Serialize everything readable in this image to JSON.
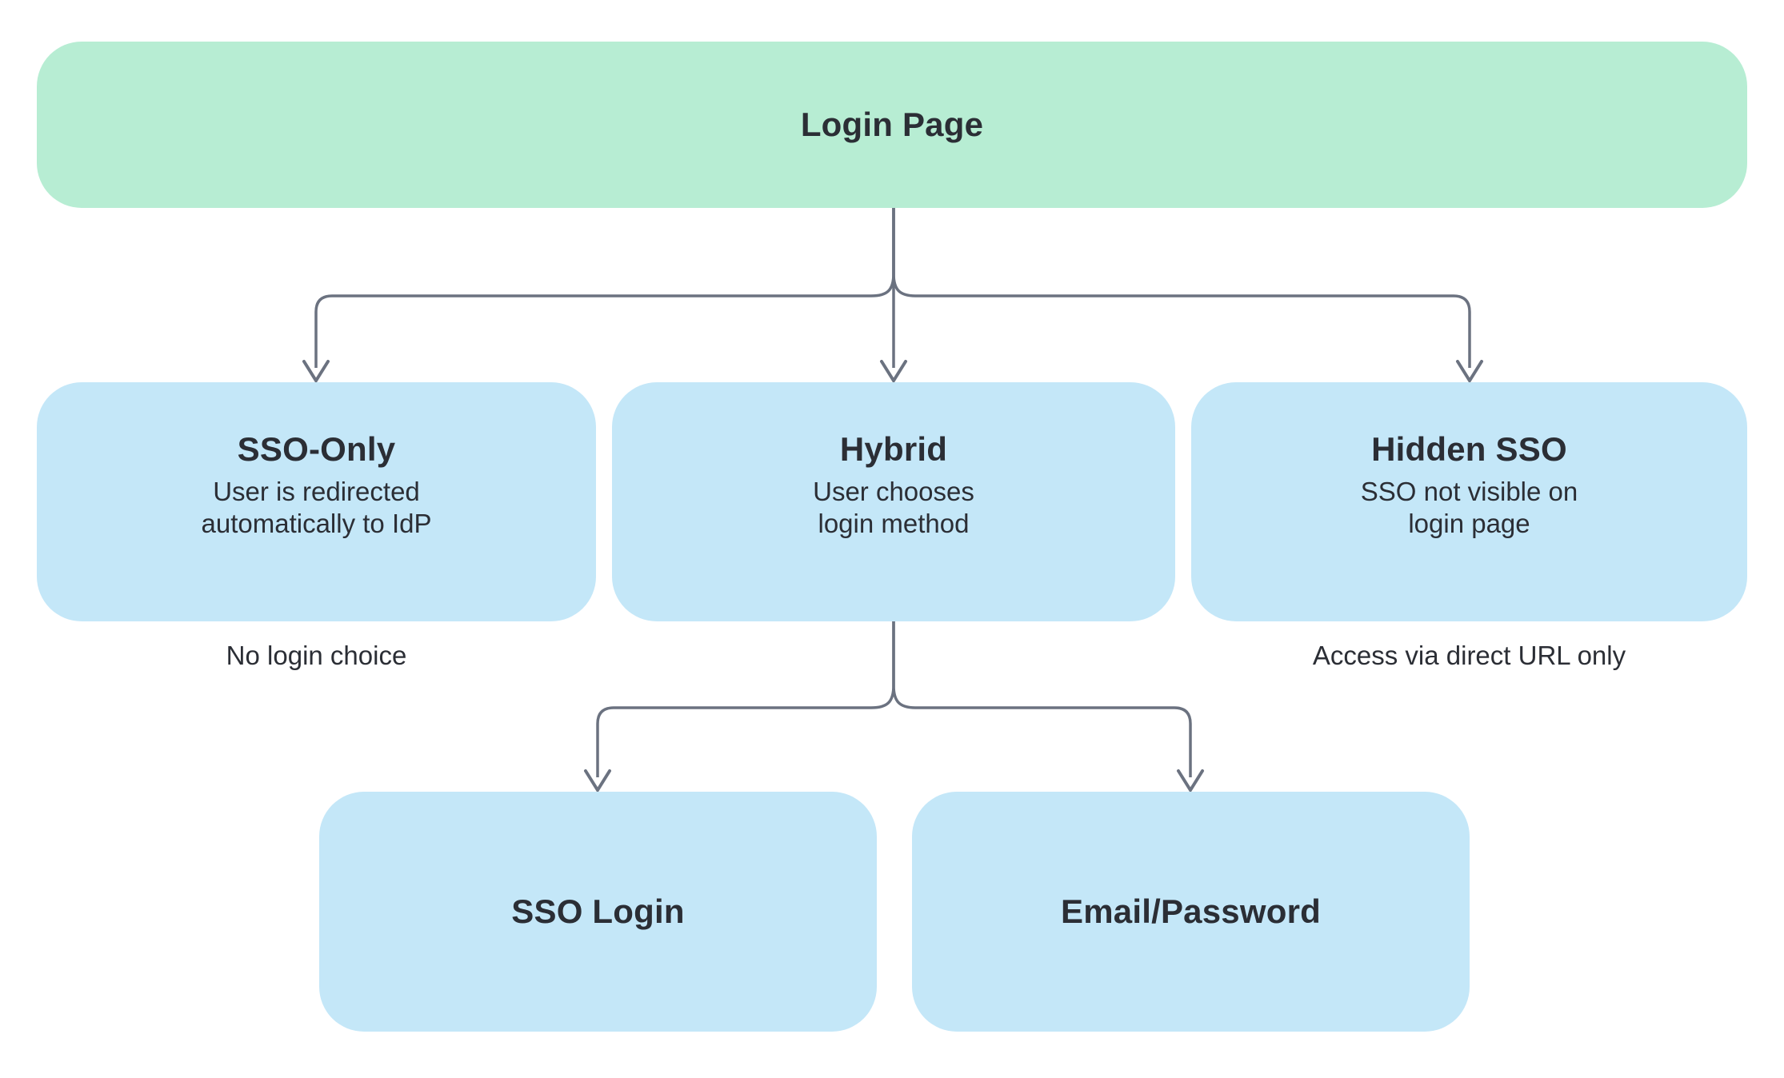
{
  "colors": {
    "background": "#ffffff",
    "primary_node_fill": "#b7edd3",
    "secondary_node_fill": "#c4e7f8",
    "connector": "#6b7280",
    "text": "#2b2e35"
  },
  "diagram": {
    "root": {
      "title": "Login Page"
    },
    "branches": [
      {
        "title": "SSO-Only",
        "body": "User is redirected\nautomatically to IdP",
        "caption": "No login choice"
      },
      {
        "title": "Hybrid",
        "body": "User chooses\nlogin method"
      },
      {
        "title": "Hidden SSO",
        "body": "SSO not visible on\nlogin page",
        "caption": "Access via direct URL only"
      }
    ],
    "hybrid_children": [
      {
        "title": "SSO Login"
      },
      {
        "title": "Email/Password"
      }
    ]
  }
}
